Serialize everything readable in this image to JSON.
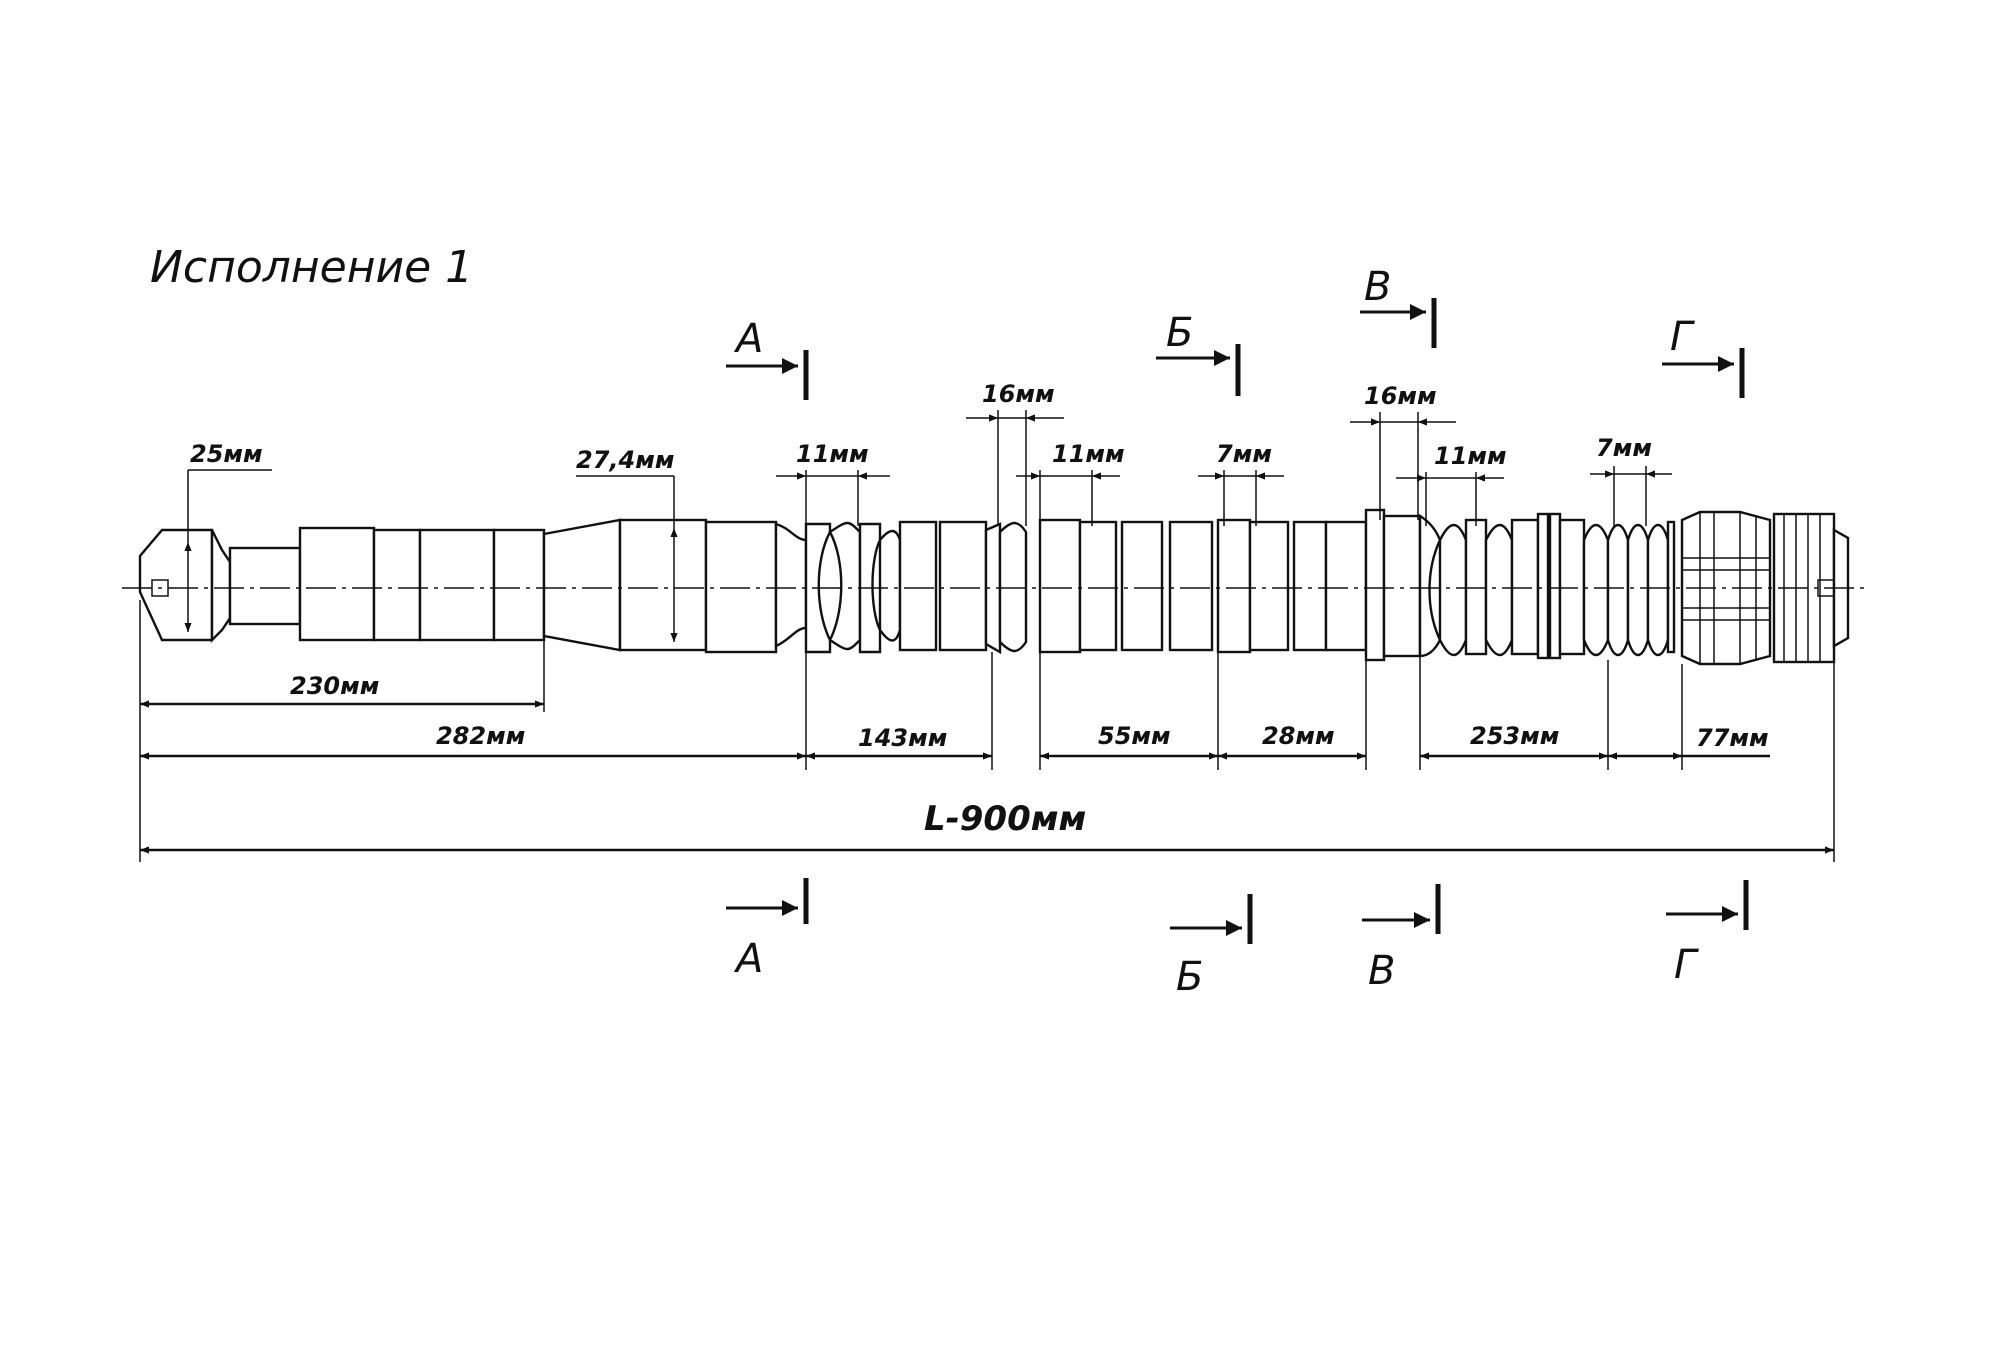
{
  "title": "Исполнение 1",
  "dimensions": {
    "head_diameter": "25мм",
    "neck_diameter": "27,4мм",
    "length_230": "230мм",
    "length_282": "282мм",
    "length_143": "143мм",
    "length_55": "55мм",
    "length_28": "28мм",
    "length_253": "253мм",
    "length_77": "77мм",
    "groove_a": "11мм",
    "ring_b": "16мм",
    "groove_b": "11мм",
    "groove_c": "7мм",
    "ring_d": "16мм",
    "groove_d": "11мм",
    "groove_e": "7мм",
    "total_length": "L-900мм"
  },
  "sections": {
    "a_top": "А",
    "a_bottom": "А",
    "b_top": "Б",
    "b_bottom": "Б",
    "v_top": "В",
    "v_bottom": "В",
    "g_top": "Г",
    "g_bottom": "Г"
  }
}
